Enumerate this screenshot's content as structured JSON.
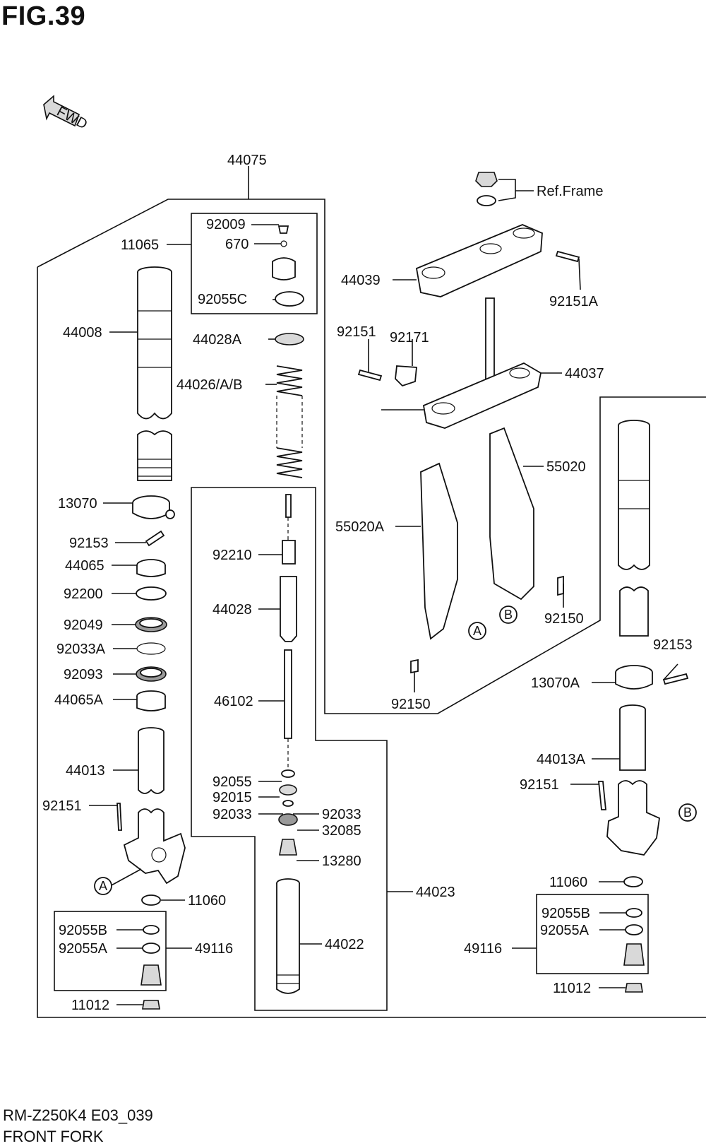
{
  "figure": {
    "title": "FIG.39",
    "model_code": "RM-Z250K4 E03_039",
    "section_name": "FRONT FORK",
    "fwd_label": "FWD"
  },
  "ref_frame": "Ref.Frame",
  "markers": {
    "a": "A",
    "b": "B"
  },
  "labels": {
    "p44075": "44075",
    "p11065": "11065",
    "p92009": "92009",
    "p670": "670",
    "p92055C": "92055C",
    "p44008": "44008",
    "p44028A": "44028A",
    "p44026": "44026/A/B",
    "p13070": "13070",
    "p92153_l": "92153",
    "p44065": "44065",
    "p92200": "92200",
    "p92049": "92049",
    "p92033A": "92033A",
    "p92093": "92093",
    "p44065A": "44065A",
    "p44013": "44013",
    "p92151_l": "92151",
    "p11060_l": "11060",
    "p92055B_l": "92055B",
    "p92055A_l": "92055A",
    "p49116_l": "49116",
    "p11012_l": "11012",
    "p92210": "92210",
    "p44028": "44028",
    "p46102": "46102",
    "p92055": "92055",
    "p92015": "92015",
    "p92033_a": "92033",
    "p92033_b": "92033",
    "p32085": "32085",
    "p13280": "13280",
    "p44023": "44023",
    "p44022": "44022",
    "p44039": "44039",
    "p92151A": "92151A",
    "p92151_m": "92151",
    "p92171": "92171",
    "p44037": "44037",
    "p55020": "55020",
    "p55020A": "55020A",
    "p92150_a": "92150",
    "p92150_b": "92150",
    "p92153_r": "92153",
    "p13070A": "13070A",
    "p44013A": "44013A",
    "p92151_r": "92151",
    "p11060_r": "11060",
    "p92055B_r": "92055B",
    "p92055A_r": "92055A",
    "p49116_r": "49116",
    "p11012_r": "11012"
  }
}
